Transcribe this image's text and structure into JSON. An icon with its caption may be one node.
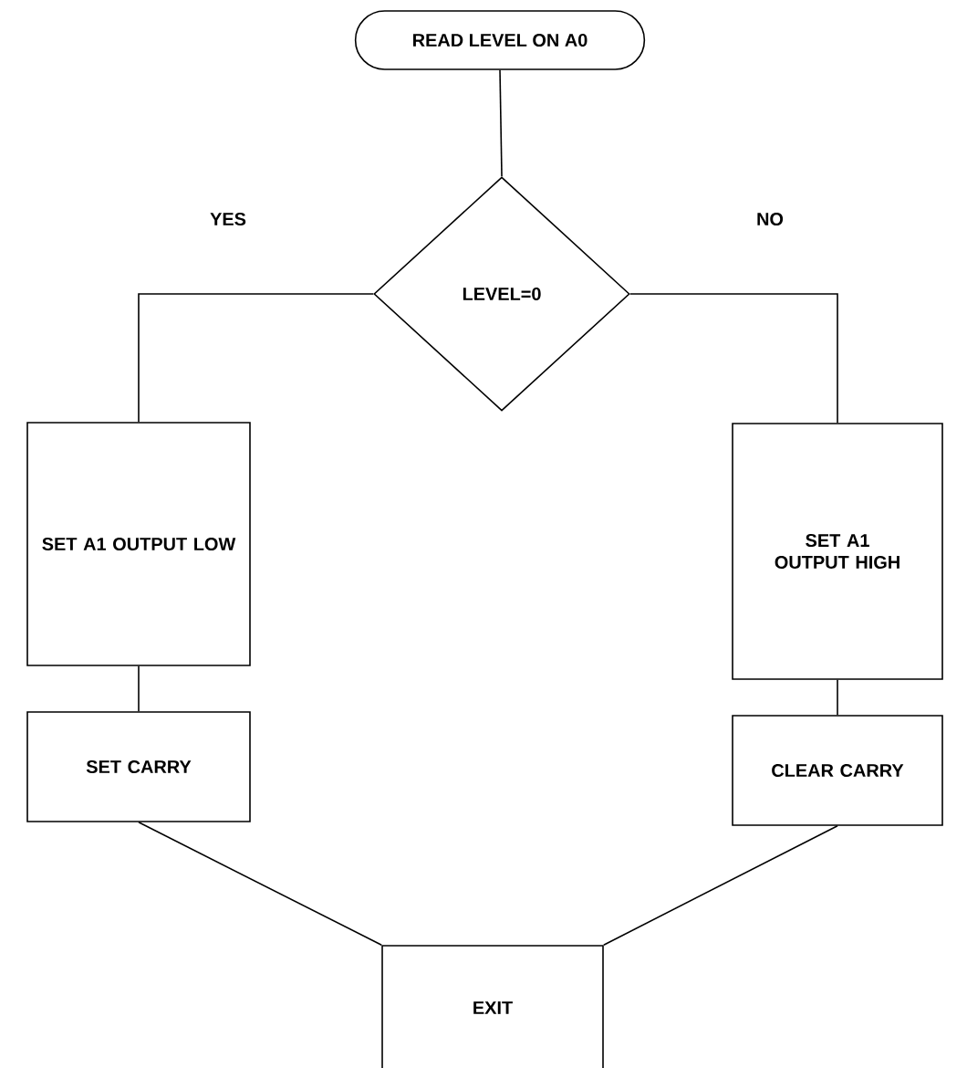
{
  "diagram": {
    "nodes": [
      {
        "text": [
          "READ LEVEL ON A0"
        ]
      },
      {
        "text": [
          "LEVEL=0"
        ]
      },
      {
        "text": [
          "SET A1 OUTPUT LOW"
        ]
      },
      {
        "text": [
          "SET CARRY"
        ]
      },
      {
        "text": [
          "SET A1 OUTPUT HIGH"
        ]
      },
      {
        "text": [
          "CLEAR CARRY"
        ]
      },
      {
        "text": [
          "EXIT"
        ]
      }
    ],
    "edges": [
      {
        "from": 0,
        "to": 1,
        "arrow": "none"
      },
      {
        "from": 1,
        "to": 2,
        "arrow": "none",
        "label": "YES"
      },
      {
        "from": 1,
        "to": 4,
        "arrow": "none",
        "label": "NO"
      },
      {
        "from": 2,
        "to": 3,
        "arrow": "none"
      },
      {
        "from": 4,
        "to": 5,
        "arrow": "none"
      },
      {
        "from": 3,
        "to": 6,
        "arrow": "none"
      },
      {
        "from": 5,
        "to": 6,
        "arrow": "none"
      }
    ]
  }
}
